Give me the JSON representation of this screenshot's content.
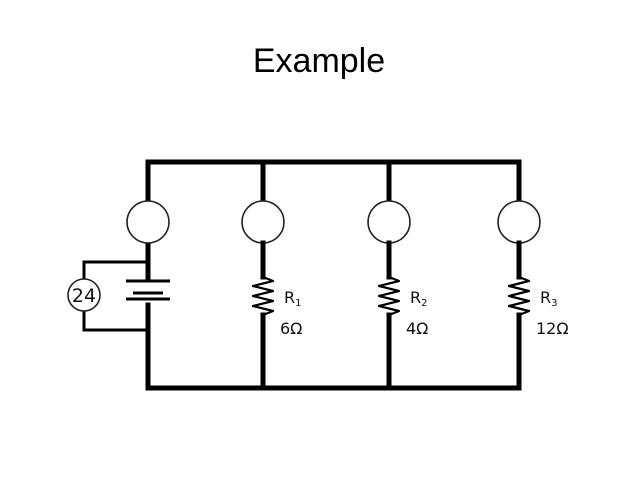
{
  "slide": {
    "title": "Example"
  },
  "circuit": {
    "source": {
      "meter_value": "24"
    },
    "resistors": [
      {
        "symbol": "R",
        "index": "1",
        "value": "6Ω"
      },
      {
        "symbol": "R",
        "index": "2",
        "value": "4Ω"
      },
      {
        "symbol": "R",
        "index": "3",
        "value": "12Ω"
      }
    ]
  }
}
